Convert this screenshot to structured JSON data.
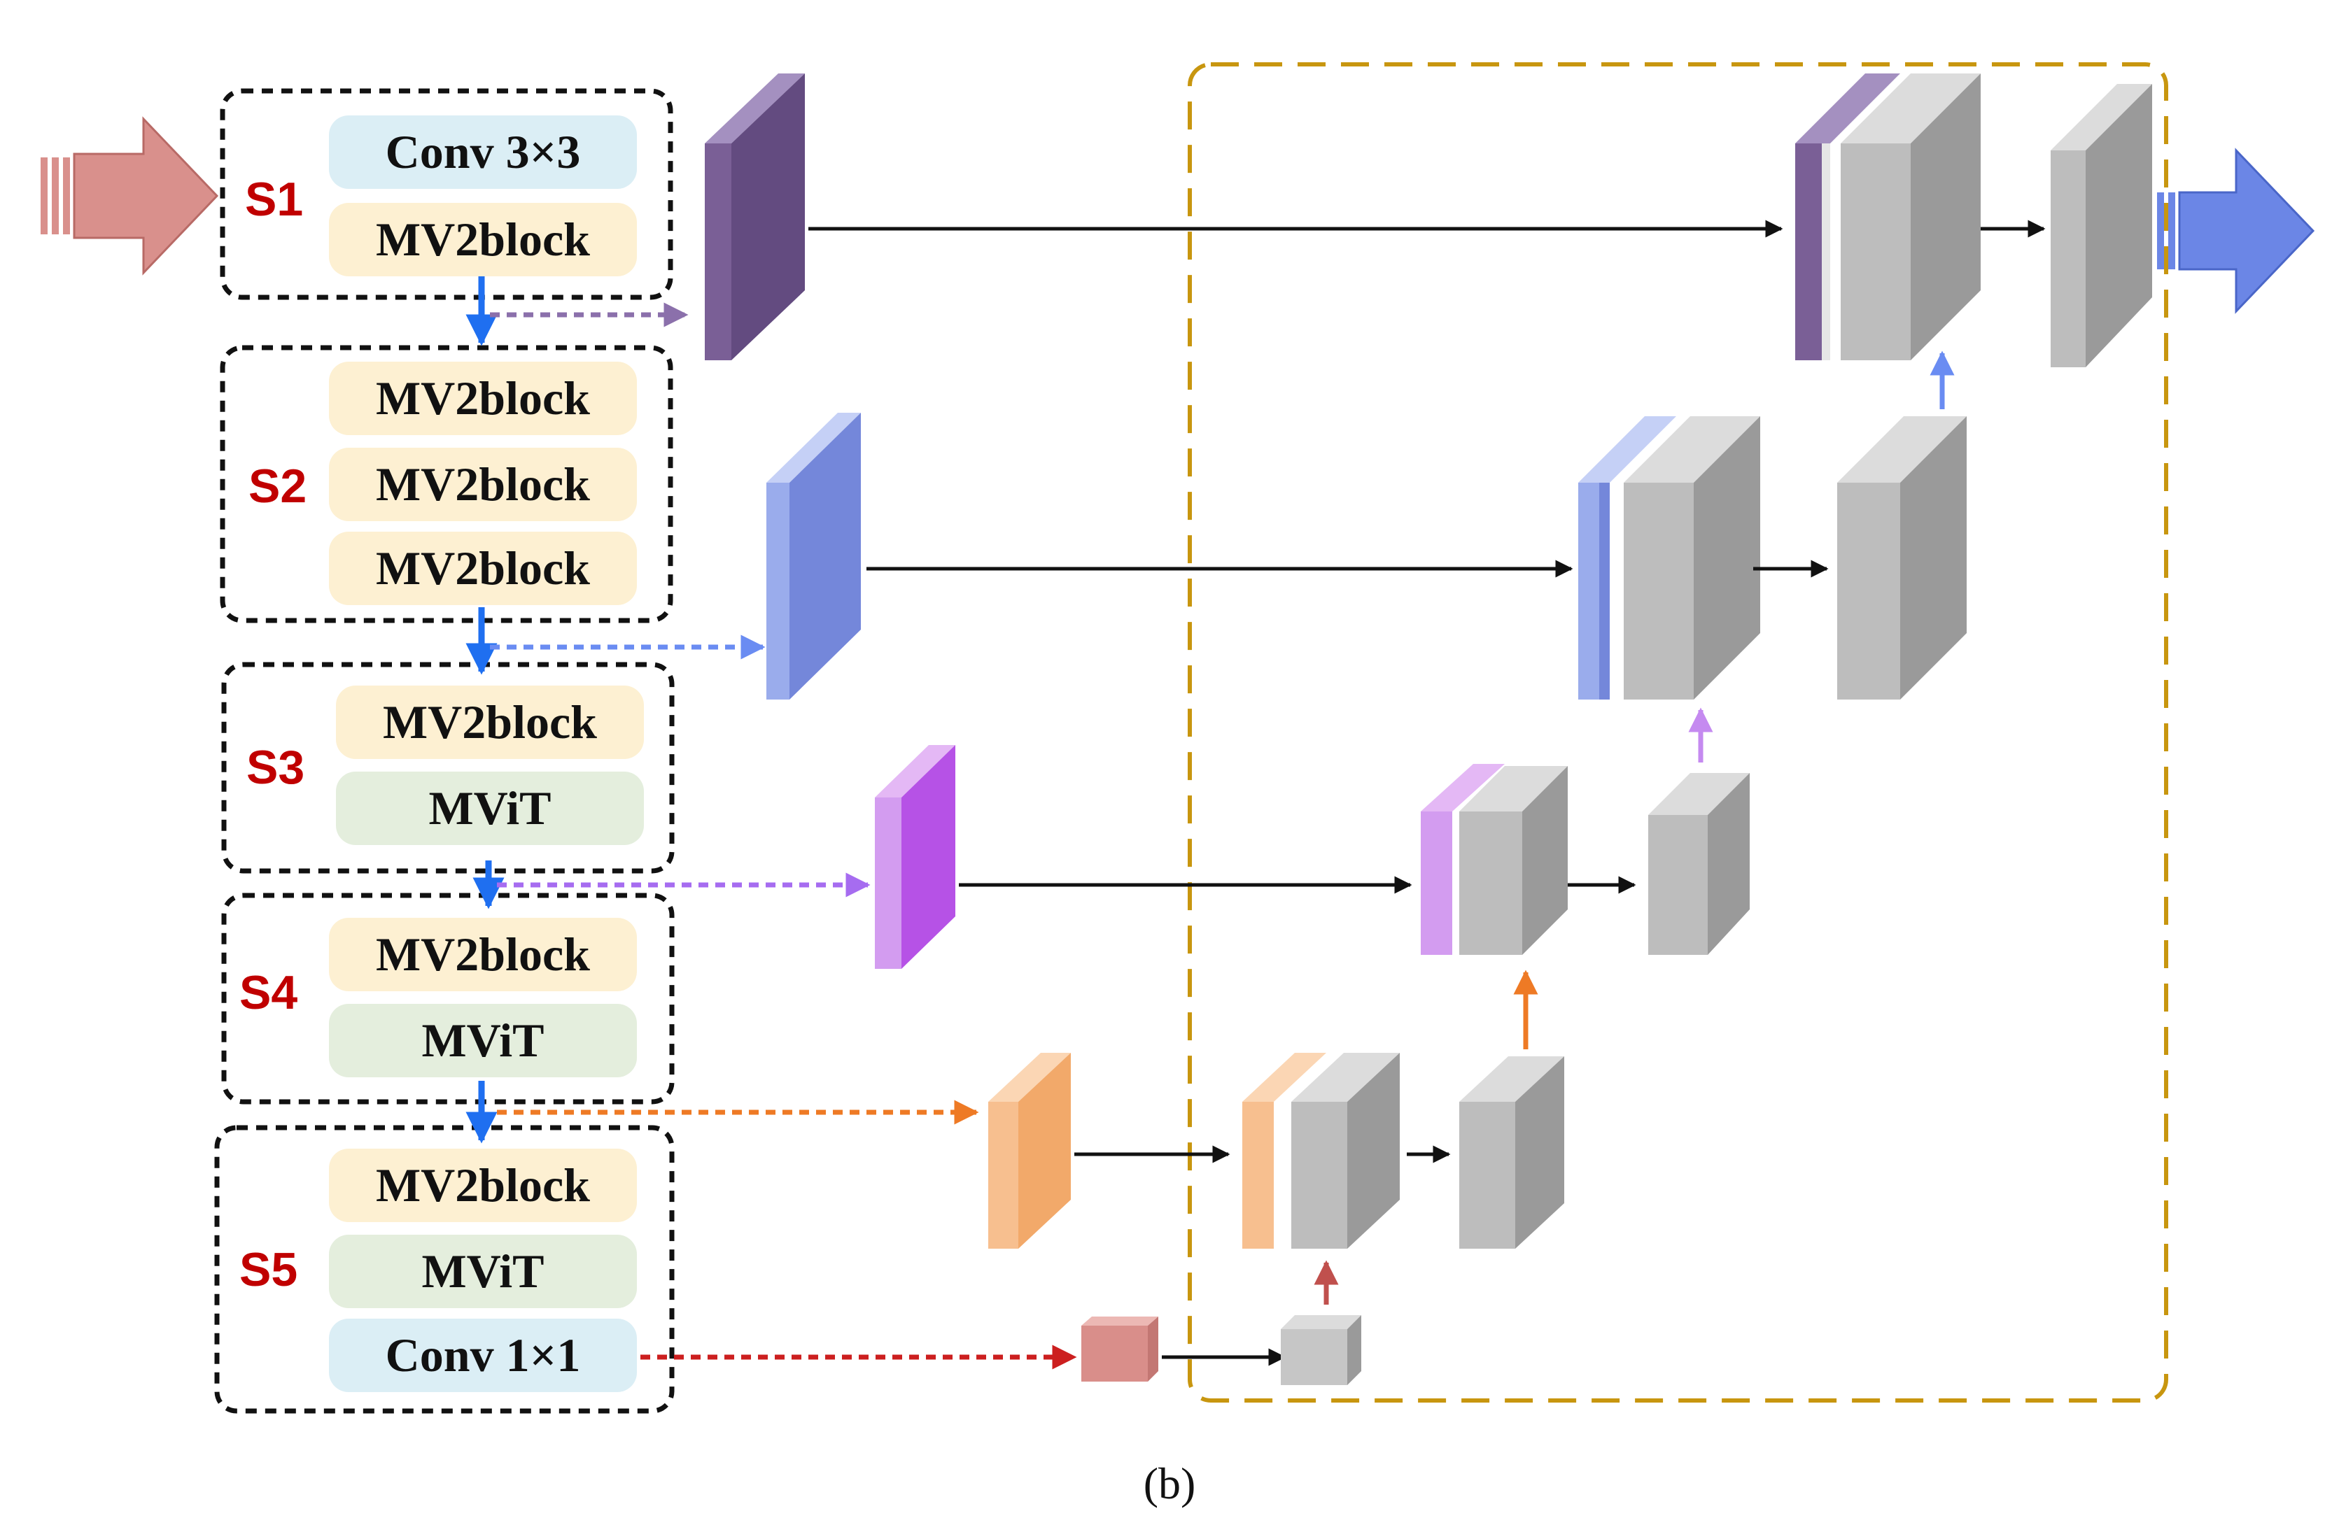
{
  "stages": [
    {
      "label": "S1",
      "blocks": [
        "Conv 3×3",
        "MV2block"
      ]
    },
    {
      "label": "S2",
      "blocks": [
        "MV2block",
        "MV2block",
        "MV2block"
      ]
    },
    {
      "label": "S3",
      "blocks": [
        "MV2block",
        "MViT"
      ]
    },
    {
      "label": "S4",
      "blocks": [
        "MV2block",
        "MViT"
      ]
    },
    {
      "label": "S5",
      "blocks": [
        "MV2block",
        "MViT",
        "Conv 1×1"
      ]
    }
  ],
  "caption": "(b)",
  "colors": {
    "stage_label": "#c00000",
    "conv_block": "#dbeef5",
    "mv2block": "#fdf0d2",
    "mvit_block": "#e4eedd",
    "input_arrow": "#d9908c",
    "output_arrow": "#6b86e6",
    "feature_s1": "#7a5f96",
    "feature_s2": "#7487da",
    "feature_s3": "#b652e6",
    "feature_s4": "#f2a96a",
    "feature_s5": "#d98e8a",
    "decoder_gray": "#bdbdbd",
    "decoder_frame": "#c8960f",
    "down_arrow": "#1f6ff0"
  }
}
